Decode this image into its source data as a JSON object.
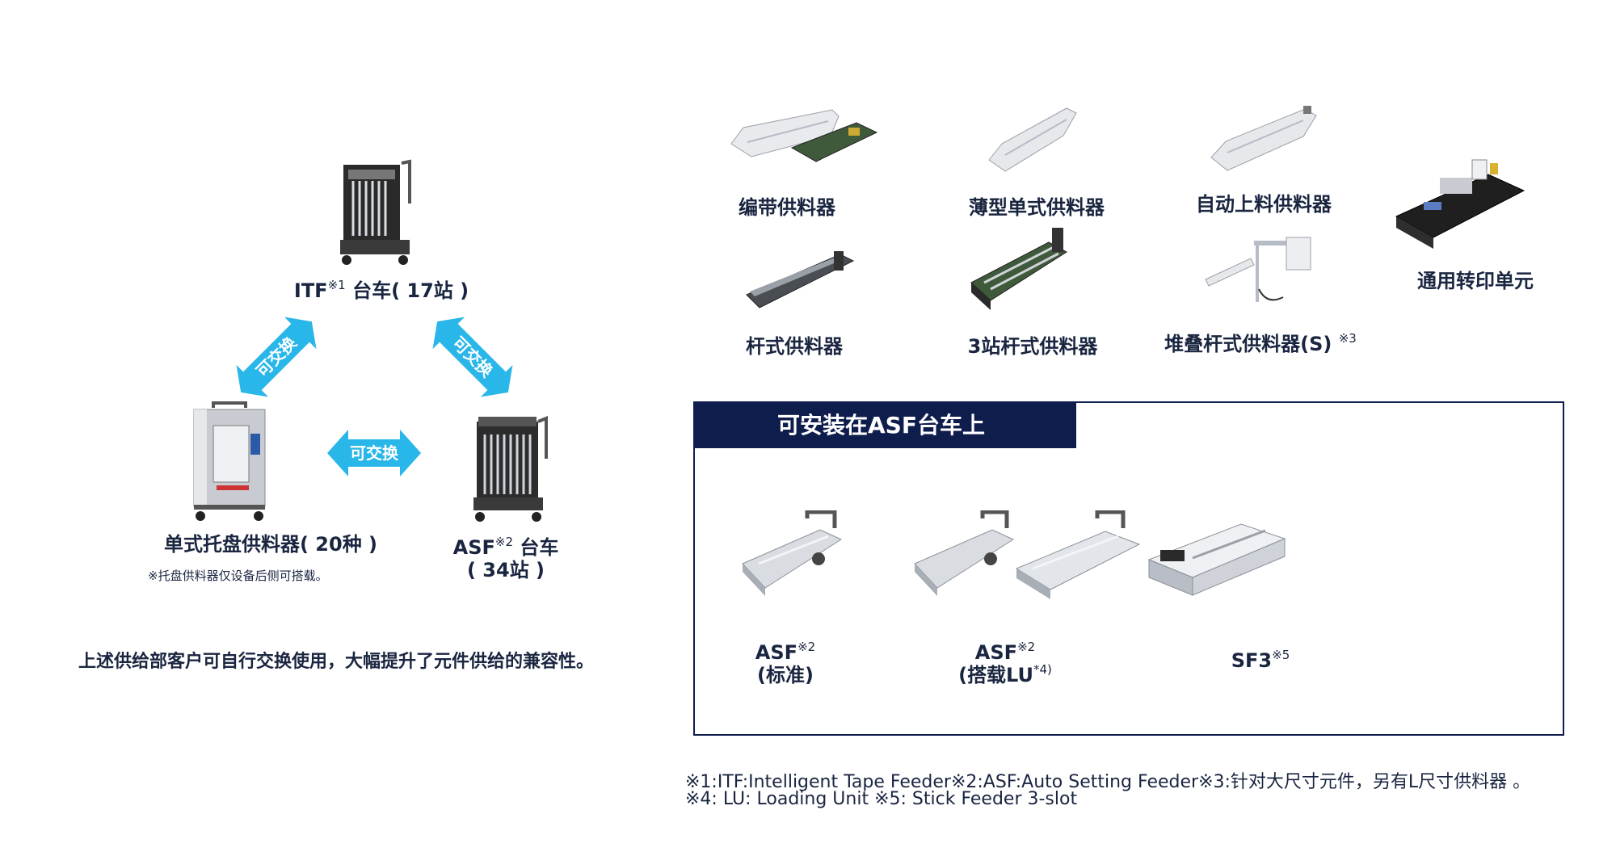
{
  "left": {
    "itf_cart": {
      "name": "ITF",
      "sup": "※1",
      "suffix": " 台车( 17站 )"
    },
    "tray_feeder": {
      "label": "单式托盘供料器( 20种 )",
      "note": "※托盘供料器仅设备后侧可搭载。"
    },
    "asf_cart": {
      "name": "ASF",
      "sup": "※2",
      "suffix": " 台车",
      "line2": "( 34站 )"
    },
    "exchange_label": "可交换",
    "summary": "上述供给部客户可自行交换使用，大幅提升了元件供给的兼容性。"
  },
  "feeders": {
    "tape": "编带供料器",
    "thin_single": "薄型单式供料器",
    "auto_load": "自动上料供料器",
    "stick": "杆式供料器",
    "stick_3": "3站杆式供料器",
    "stacked_stick": "堆叠杆式供料器(S)",
    "stacked_stick_sup": "※3",
    "transfer_unit": "通用转印单元"
  },
  "asf_box": {
    "header": "可安装在ASF台车上",
    "items": [
      {
        "name": "ASF",
        "sup": "※2",
        "line2": "(标准)"
      },
      {
        "name": "ASF",
        "sup": "※2",
        "line2": "(搭载LU",
        "line2_sup": "*4)"
      },
      {
        "name": "SF3",
        "sup": "※5"
      }
    ]
  },
  "footnotes": {
    "line1": "※1:ITF:Intelligent Tape Feeder※2:ASF:Auto Setting Feeder※3:针对大尺寸元件，另有L尺寸供料器 。",
    "line2": "※4: LU: Loading Unit ※5: Stick Feeder 3-slot"
  },
  "colors": {
    "navy": "#0f1d4d",
    "arrow": "#29b6e8",
    "text": "#1a2540"
  }
}
